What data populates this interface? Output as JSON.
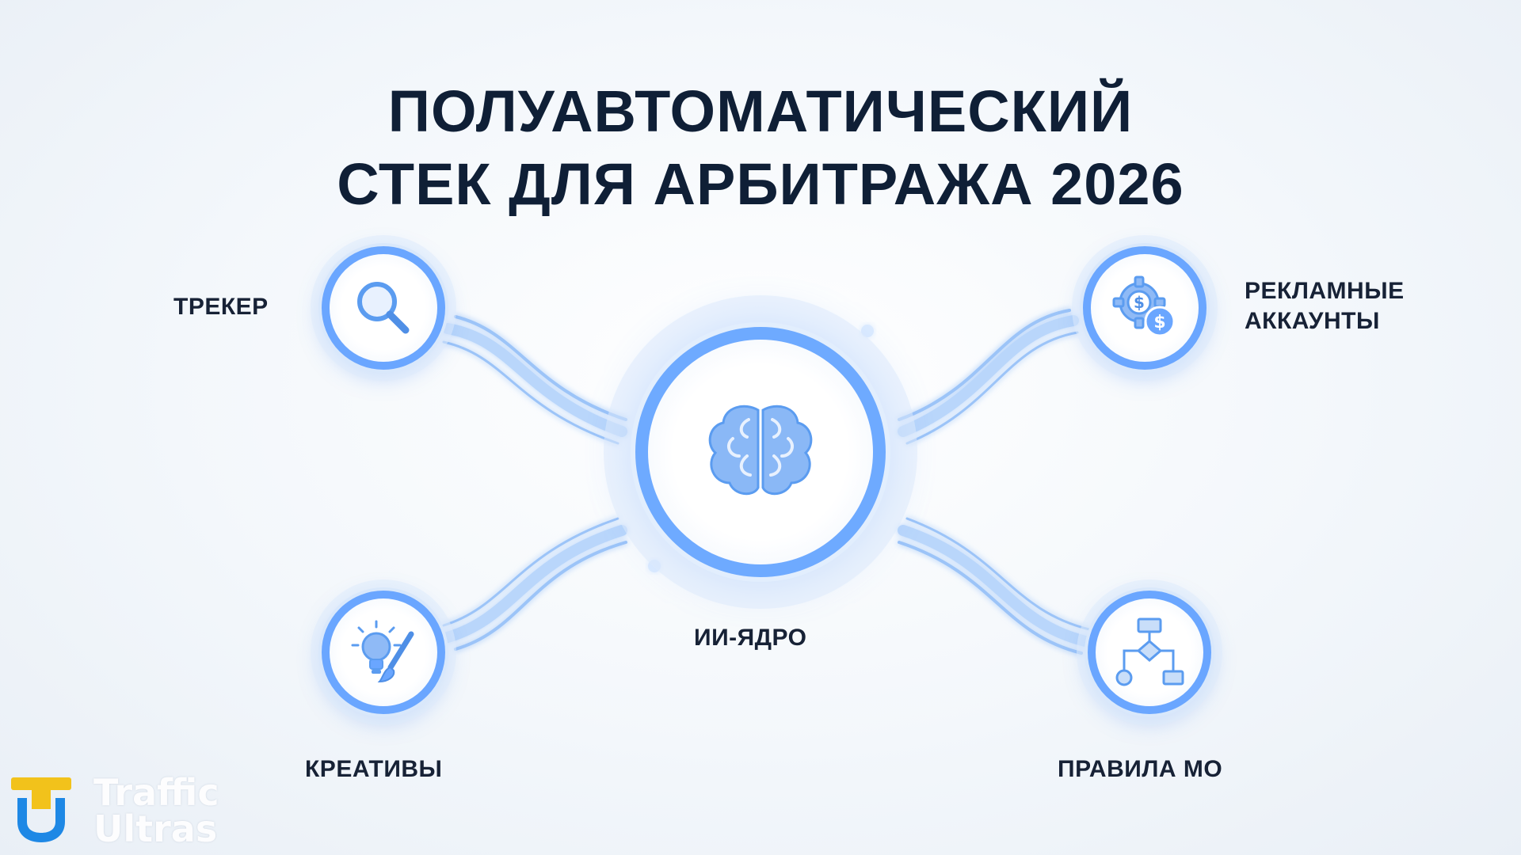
{
  "title": {
    "line1": "ПОЛУАВТОМАТИЧЕСКИЙ",
    "line2": "СТЕК ДЛЯ АРБИТРАЖА 2026"
  },
  "core": {
    "label": "ИИ-ЯДРО",
    "icon": "brain-icon"
  },
  "nodes": [
    {
      "label": "ТРЕКЕР",
      "icon": "magnifier-icon"
    },
    {
      "label_line1": "РЕКЛАМНЫЕ",
      "label_line2": "АККАУНТЫ",
      "icon": "gear-dollar-icon"
    },
    {
      "label": "КРЕАТИВЫ",
      "icon": "lightbulb-brush-icon"
    },
    {
      "label": "ПРАВИЛА МО",
      "icon": "flowchart-icon"
    }
  ],
  "brand": {
    "line1": "Traffic",
    "line2": "Ultras",
    "icon": "tu-logo-icon"
  },
  "colors": {
    "accent": "#6aa6ff",
    "title": "#0f1f36",
    "logo_yellow": "#f2c21b",
    "logo_blue": "#1e88e5"
  }
}
